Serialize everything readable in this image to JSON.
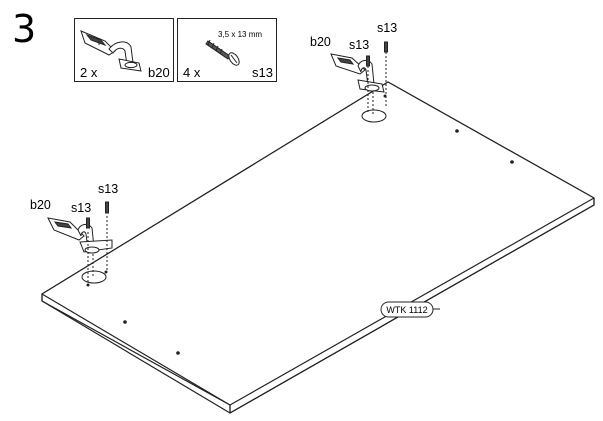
{
  "step": {
    "number": "3"
  },
  "parts_legend": [
    {
      "quantity": "2 x",
      "code": "b20",
      "icon": "hinge-icon"
    },
    {
      "quantity": "4 x",
      "code": "s13",
      "spec": "3,5 x 13 mm",
      "icon": "screw-icon"
    }
  ],
  "panel": {
    "label": "WTK 1112"
  },
  "callouts": {
    "right": {
      "hinge": "b20",
      "screw_left": "s13",
      "screw_right": "s13"
    },
    "left": {
      "hinge": "b20",
      "screw_left": "s13",
      "screw_right": "s13"
    }
  }
}
